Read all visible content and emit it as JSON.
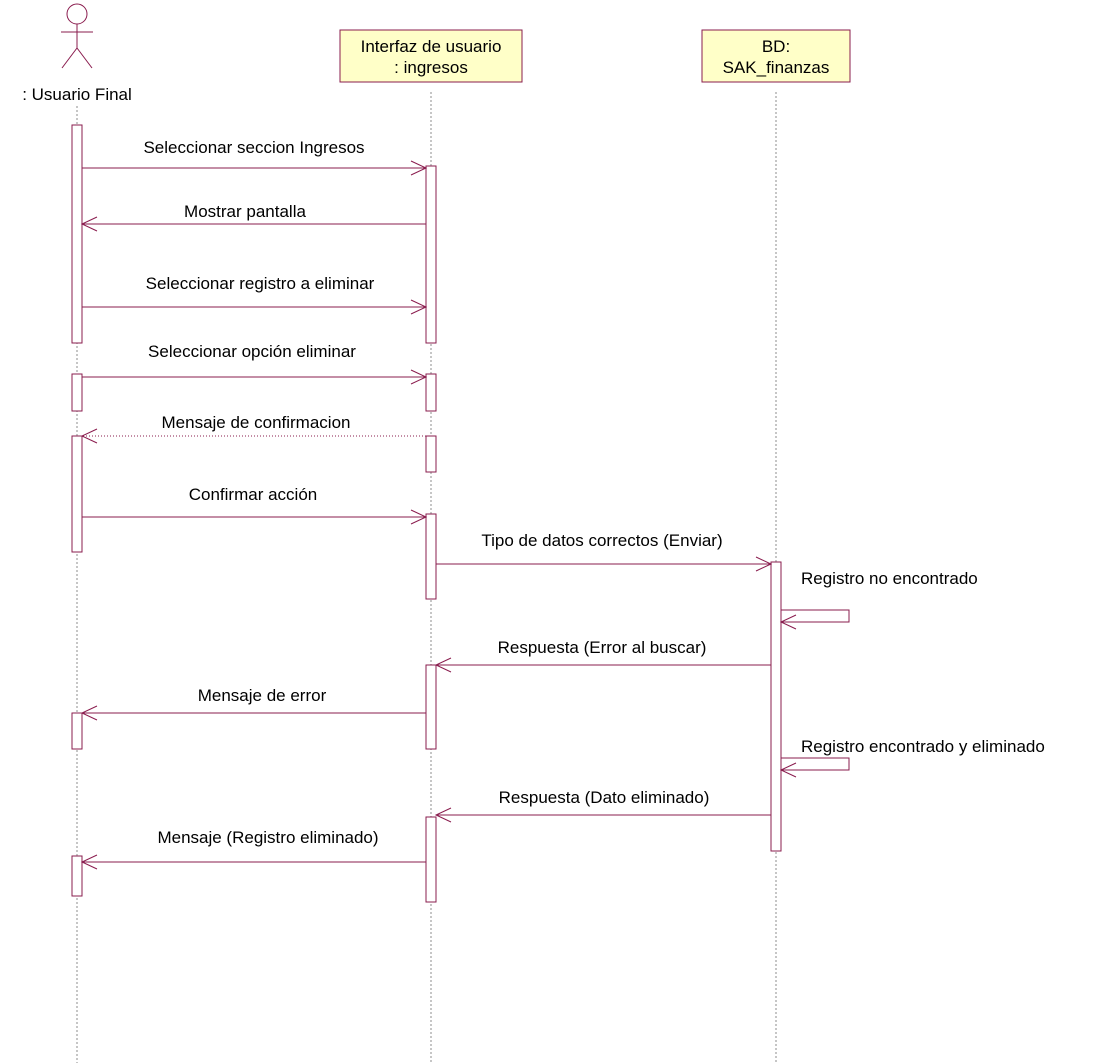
{
  "colors": {
    "message": "#8a1c4e",
    "lifeline": "#8c8c8c",
    "activation_fill": "#ffffff",
    "object_fill": "#ffffc8",
    "object_border": "#8a1c4e",
    "text": "#000000"
  },
  "participants": [
    {
      "id": "usuario",
      "kind": "actor",
      "label": ": Usuario Final"
    },
    {
      "id": "interfaz",
      "kind": "object",
      "label_lines": [
        "Interfaz de usuario",
        ": ingresos"
      ]
    },
    {
      "id": "bd",
      "kind": "object",
      "label_lines": [
        "BD:",
        "SAK_finanzas"
      ]
    }
  ],
  "messages": [
    {
      "from": "usuario",
      "to": "interfaz",
      "label": "Seleccionar seccion Ingresos",
      "style": "solid"
    },
    {
      "from": "interfaz",
      "to": "usuario",
      "label": "Mostrar pantalla",
      "style": "solid"
    },
    {
      "from": "usuario",
      "to": "interfaz",
      "label": "Seleccionar registro a eliminar",
      "style": "solid"
    },
    {
      "from": "usuario",
      "to": "interfaz",
      "label": "Seleccionar opción eliminar",
      "style": "solid"
    },
    {
      "from": "interfaz",
      "to": "usuario",
      "label": "Mensaje de confirmacion",
      "style": "dotted"
    },
    {
      "from": "usuario",
      "to": "interfaz",
      "label": "Confirmar acción",
      "style": "solid"
    },
    {
      "from": "interfaz",
      "to": "bd",
      "label": "Tipo de datos correctos (Enviar)",
      "style": "solid"
    },
    {
      "from": "bd",
      "to": "bd",
      "label": "Registro no encontrado",
      "style": "self"
    },
    {
      "from": "bd",
      "to": "interfaz",
      "label": "Respuesta (Error al buscar)",
      "style": "solid"
    },
    {
      "from": "interfaz",
      "to": "usuario",
      "label": "Mensaje de error",
      "style": "solid"
    },
    {
      "from": "bd",
      "to": "bd",
      "label": "Registro encontrado y eliminado",
      "style": "self"
    },
    {
      "from": "bd",
      "to": "interfaz",
      "label": "Respuesta (Dato eliminado)",
      "style": "solid"
    },
    {
      "from": "interfaz",
      "to": "usuario",
      "label": "Mensaje (Registro eliminado)",
      "style": "solid"
    }
  ]
}
